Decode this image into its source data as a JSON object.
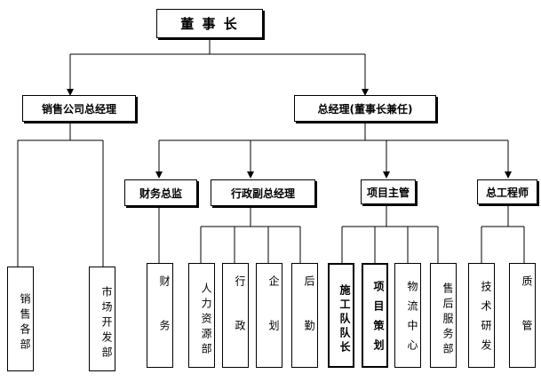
{
  "chairman": "董 事 长",
  "sales_manager": "销售公司总经理",
  "general_manager": "总经理(董事长兼任)",
  "finance_director": "财务总监",
  "admin_vp": "行政副总经理",
  "project_supervisor": "项目主管",
  "chief_engineer": "总工程师",
  "sales_dept": "销售各部",
  "marketing_dept": "市场开发部",
  "finance": "财务",
  "hr_dept": "人力资源部",
  "administration": "行政",
  "planning": "企划",
  "logistics": "后勤",
  "construction_captain": "施工队队长",
  "project_planning": "项目策划",
  "logistics_center": "物流中心",
  "after_sales_dept": "售后服务部",
  "tech_rd": "技术研发",
  "quality_control": "质管"
}
